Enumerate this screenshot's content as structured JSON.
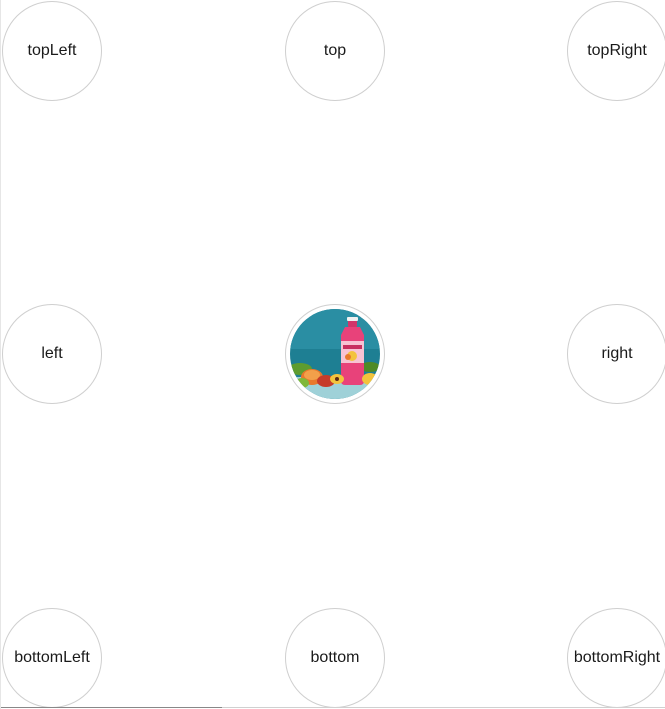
{
  "positions": {
    "topLeft": "topLeft",
    "top": "top",
    "topRight": "topRight",
    "left": "left",
    "right": "right",
    "bottomLeft": "bottomLeft",
    "bottom": "bottom",
    "bottomRight": "bottomRight"
  },
  "center": {
    "image_subject": "pink bottled drink with fruit",
    "colors": {
      "background": "#1e7f93",
      "bottle": "#e8427a",
      "label": "#f7c3d3",
      "fruit_orange": "#e8782c",
      "fruit_green": "#5e9c2f",
      "fruit_yellow": "#f3c33c"
    }
  }
}
